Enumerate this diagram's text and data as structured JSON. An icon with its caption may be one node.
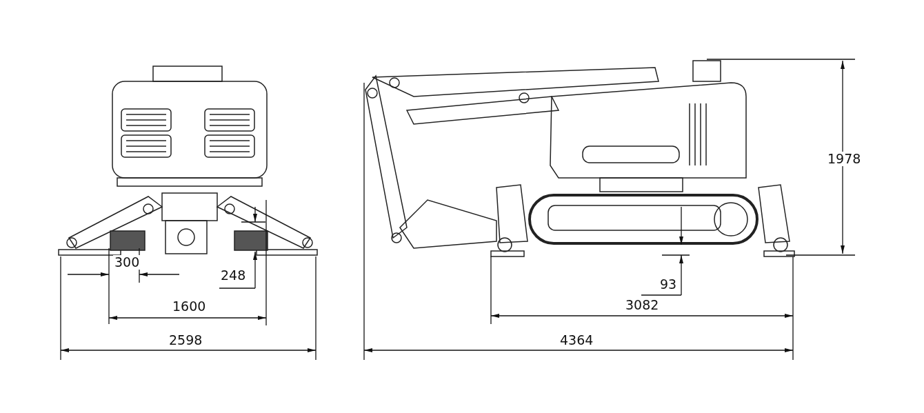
{
  "diagram": {
    "labels": [
      "300",
      "248",
      "1600",
      "2598",
      "1978",
      "93",
      "3082",
      "4364"
    ]
  }
}
